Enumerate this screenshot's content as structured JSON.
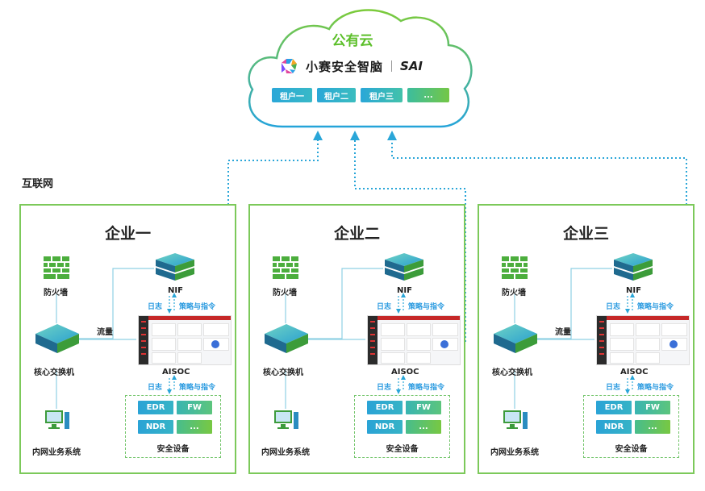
{
  "cloud": {
    "title": "公有云",
    "brand": {
      "name": "小赛安全智脑",
      "sai": "SAI"
    },
    "tenants": [
      "租户一",
      "租户二",
      "租户三",
      "..."
    ]
  },
  "internet_label": "互联网",
  "enterprises": [
    {
      "title": "企业一",
      "firewall": "防火墙",
      "core_switch": "核心交换机",
      "intranet": "内网业务系统",
      "nif": "NIF",
      "aisoc": "AISOC",
      "traffic": "流量",
      "log": "日志",
      "policy": "策略与指令",
      "log2": "日志",
      "policy2": "策略与指令",
      "devices": [
        "EDR",
        "FW",
        "NDR",
        "..."
      ],
      "devices_label": "安全设备"
    },
    {
      "title": "企业二",
      "firewall": "防火墙",
      "core_switch": "核心交换机",
      "intranet": "内网业务系统",
      "nif": "NIF",
      "aisoc": "AISOC",
      "traffic": "",
      "log": "日志",
      "policy": "策略与指令",
      "log2": "日志",
      "policy2": "策略与指令",
      "devices": [
        "EDR",
        "FW",
        "NDR",
        "..."
      ],
      "devices_label": "安全设备"
    },
    {
      "title": "企业三",
      "firewall": "防火墙",
      "core_switch": "核心交换机",
      "intranet": "内网业务系统",
      "nif": "NIF",
      "aisoc": "AISOC",
      "traffic": "流量",
      "log": "日志",
      "policy": "策略与指令",
      "log2": "日志",
      "policy2": "策略与指令",
      "devices": [
        "EDR",
        "FW",
        "NDR",
        "..."
      ],
      "devices_label": "安全设备"
    }
  ]
}
